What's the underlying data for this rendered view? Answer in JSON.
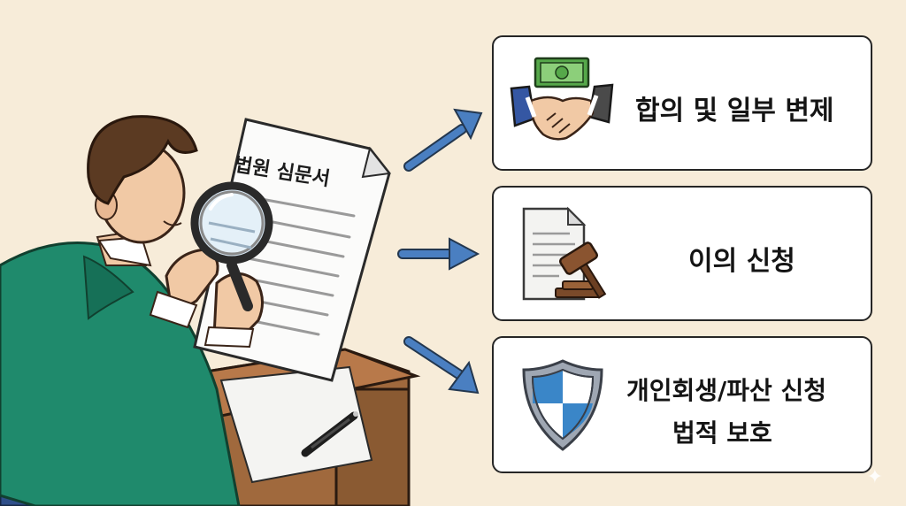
{
  "document": {
    "title": "법원 심문서"
  },
  "options": [
    {
      "icon": "handshake-money-icon",
      "label": "합의 및 일부 변제"
    },
    {
      "icon": "document-gavel-icon",
      "label": "이의 신청"
    },
    {
      "icon": "shield-icon",
      "label_line1": "개인회생/파산 신청",
      "label_line2": "법적 보호"
    }
  ],
  "colors": {
    "background": "#f7ecd9",
    "jacket": "#1f8a6c",
    "arrow": "#4a7fc1",
    "desk": "#a0693d",
    "card_border": "#262626"
  }
}
